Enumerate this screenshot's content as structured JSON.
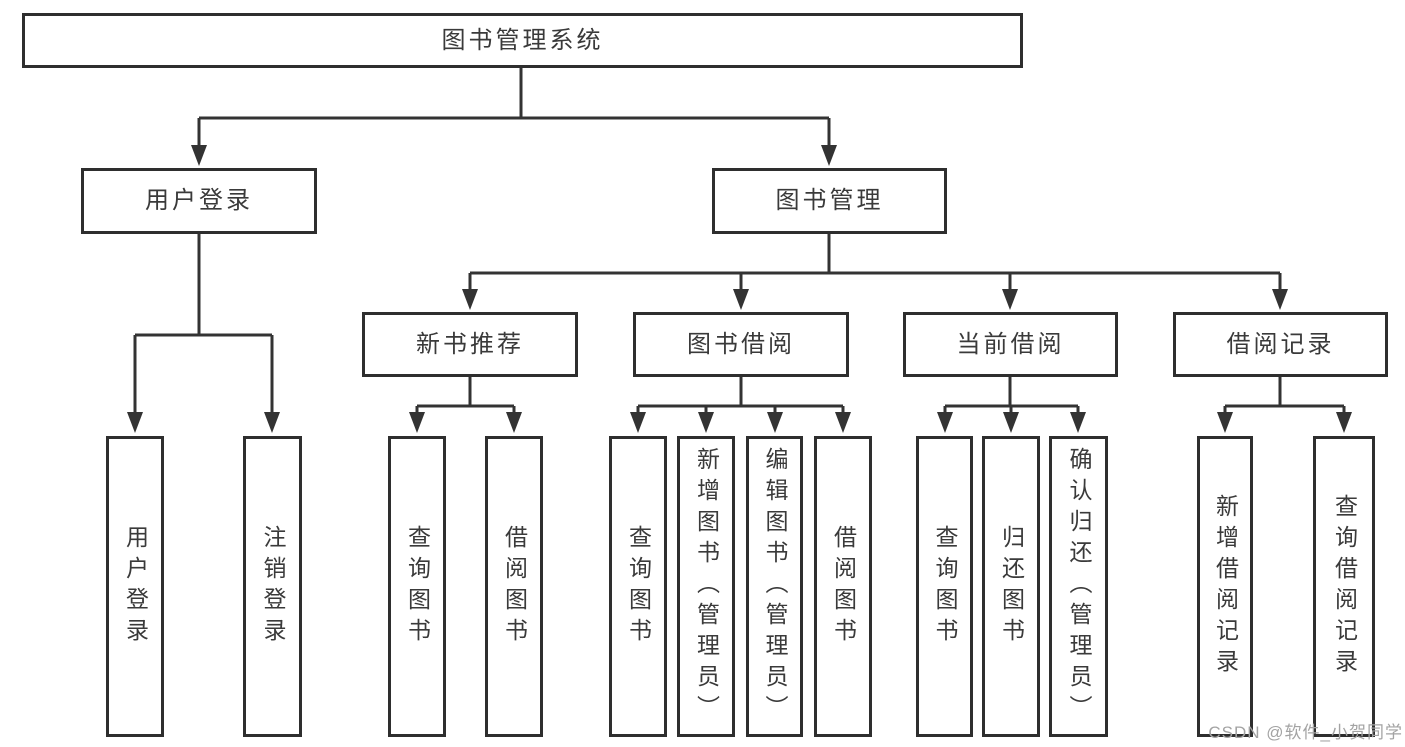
{
  "diagram": {
    "root": {
      "label": "图书管理系统"
    },
    "branches": [
      {
        "label": "用户登录",
        "children": [
          {
            "label": "用户登录"
          },
          {
            "label": "注销登录"
          }
        ]
      },
      {
        "label": "图书管理",
        "children": [
          {
            "label": "新书推荐",
            "children": [
              {
                "label": "查询图书"
              },
              {
                "label": "借阅图书"
              }
            ]
          },
          {
            "label": "图书借阅",
            "children": [
              {
                "label": "查询图书"
              },
              {
                "label": "新增图书（管理员）"
              },
              {
                "label": "编辑图书（管理员）"
              },
              {
                "label": "借阅图书"
              }
            ]
          },
          {
            "label": "当前借阅",
            "children": [
              {
                "label": "查询图书"
              },
              {
                "label": "归还图书"
              },
              {
                "label": "确认归还（管理员）"
              }
            ]
          },
          {
            "label": "借阅记录",
            "children": [
              {
                "label": "新增借阅记录"
              },
              {
                "label": "查询借阅记录"
              }
            ]
          }
        ]
      }
    ]
  },
  "watermark": {
    "text": "CSDN @软件_小贺同学"
  },
  "colors": {
    "line": "#333333",
    "border": "#2e2e2e",
    "text": "#3a3a3a",
    "background": "#ffffff",
    "box_bg": "#ffffff",
    "watermark": "#a3a3a3"
  }
}
